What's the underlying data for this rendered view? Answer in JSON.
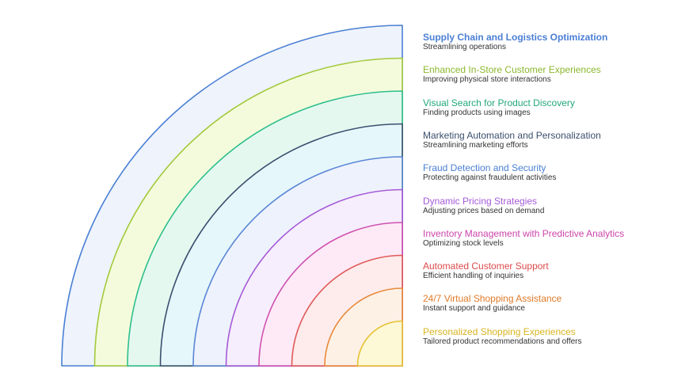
{
  "layers": [
    {
      "title": "Supply Chain and Logistics Optimization",
      "subtitle": "Streamlining operations",
      "stroke": "#4a7fd4",
      "fill": "#eef3fc",
      "title_color": "#4a7fd4",
      "bold": true
    },
    {
      "title": "Enhanced In-Store Customer Experiences",
      "subtitle": "Improving physical store interactions",
      "stroke": "#a3c93a",
      "fill": "#f4fbdc",
      "title_color": "#8cb82e",
      "bold": false
    },
    {
      "title": "Visual Search for Product Discovery",
      "subtitle": "Finding products using images",
      "stroke": "#2fbf8c",
      "fill": "#e4f8f0",
      "title_color": "#22a877",
      "bold": false
    },
    {
      "title": "Marketing Automation and Personalization",
      "subtitle": "Streamlining marketing efforts",
      "stroke": "#3a4f6e",
      "fill": "#e6f7fb",
      "title_color": "#3a4f6e",
      "bold": false
    },
    {
      "title": "Fraud Detection and Security",
      "subtitle": "Protecting against fraudulent activities",
      "stroke": "#5a86d6",
      "fill": "#eef2fc",
      "title_color": "#4a7fd4",
      "bold": false
    },
    {
      "title": "Dynamic Pricing Strategies",
      "subtitle": "Adjusting prices based on demand",
      "stroke": "#a55ad8",
      "fill": "#f6eefc",
      "title_color": "#a55ad8",
      "bold": false
    },
    {
      "title": "Inventory Management with Predictive Analytics",
      "subtitle": "Optimizing stock levels",
      "stroke": "#d050b0",
      "fill": "#fdeaf6",
      "title_color": "#cc44aa",
      "bold": false
    },
    {
      "title": "Automated Customer Support",
      "subtitle": "Efficient handling of inquiries",
      "stroke": "#e05a5a",
      "fill": "#fdeceb",
      "title_color": "#dd4a4a",
      "bold": false
    },
    {
      "title": "24/7 Virtual Shopping Assistance",
      "subtitle": "Instant support and guidance",
      "stroke": "#e88a3a",
      "fill": "#fdf1e6",
      "title_color": "#e07a28",
      "bold": false
    },
    {
      "title": "Personalized Shopping Experiences",
      "subtitle": "Tailored product recommendations and offers",
      "stroke": "#e6c233",
      "fill": "#fdf8d6",
      "title_color": "#d9b420",
      "bold": false
    }
  ]
}
